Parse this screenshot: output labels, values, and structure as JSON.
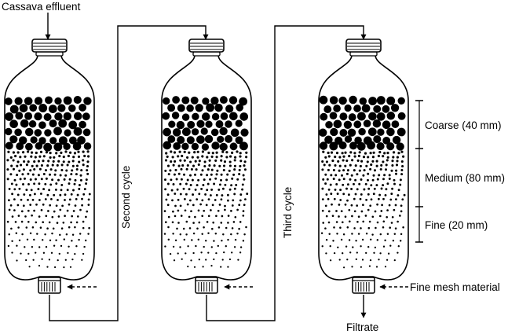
{
  "labels": {
    "input": "Cassava effluent",
    "cycle2": "Second cycle",
    "cycle3": "Third cycle",
    "output": "Filtrate",
    "mesh": "Fine mesh material"
  },
  "layers": [
    {
      "key": "coarse",
      "label": "Coarse (40 mm)"
    },
    {
      "key": "medium",
      "label": "Medium (80 mm)"
    },
    {
      "key": "fine",
      "label": "Fine (20 mm)"
    }
  ],
  "colors": {
    "ink": "#000000",
    "background": "#ffffff"
  },
  "icons": {
    "arrow": "arrow-icon",
    "mesh": "mesh-filter-icon",
    "cap": "bottle-cap-icon"
  }
}
